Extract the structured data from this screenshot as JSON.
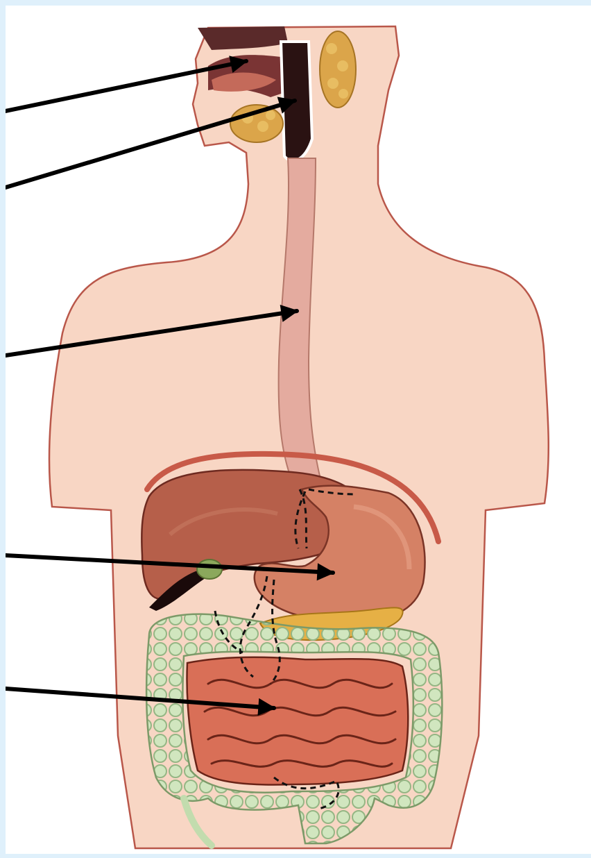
{
  "diagram": {
    "type": "labeled-anatomy-diagram",
    "labels_visible": false,
    "pointer_count": 5,
    "pointers": [
      {
        "id": "pointer-1",
        "target": "oral-cavity-icon"
      },
      {
        "id": "pointer-2",
        "target": "pharynx-icon"
      },
      {
        "id": "pointer-3",
        "target": "esophagus-icon"
      },
      {
        "id": "pointer-4",
        "target": "stomach-icon"
      },
      {
        "id": "pointer-5",
        "target": "small-intestine-icon"
      }
    ]
  },
  "colors": {
    "page_border": "#dff0fb",
    "skin": "#f8d6c4",
    "skin_outline": "#b9574a",
    "liver": "#b65f4a",
    "stomach": "#d58165",
    "esophagus": "#e4ab9f",
    "small_intestine": "#d96f57",
    "large_intestine": "#c2dcae",
    "salivary_gland": "#dba54a",
    "pancreas": "#e6b045",
    "gallbladder": "#8ba85c",
    "arrow": "#000000"
  }
}
